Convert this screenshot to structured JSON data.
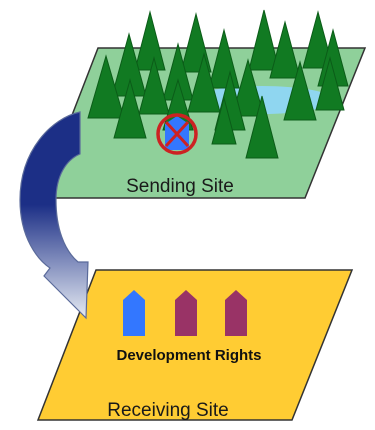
{
  "sending_site": {
    "label": "Sending Site",
    "fill": "#8fd09a"
  },
  "receiving_site": {
    "label": "Receiving Site",
    "fill": "#ffcc33"
  },
  "development_rights": {
    "label": "Development Rights",
    "house_colors": [
      "#3377ff",
      "#993366",
      "#993366"
    ]
  },
  "colors": {
    "tree": "#117a22",
    "tree_dark": "#0b5c18",
    "pond": "#8fd6f0",
    "arrow_dark": "#1c2f86",
    "arrow_light": "#e6ebf3",
    "no_symbol": "#cc2222",
    "outline": "#333333"
  }
}
